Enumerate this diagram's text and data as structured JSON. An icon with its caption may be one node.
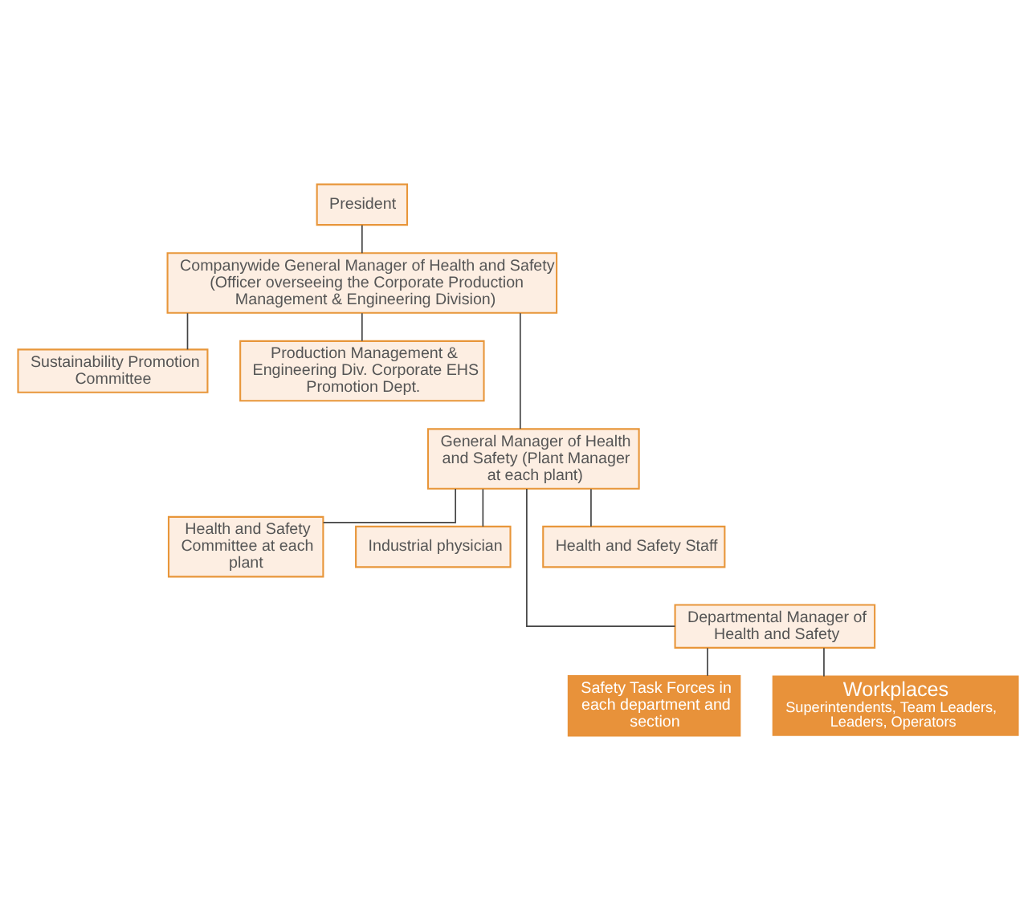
{
  "diagram": {
    "nodes": [
      {
        "text": [
          "President"
        ]
      },
      {
        "text": [
          "Companywide General Manager of Health and Safety (Officer overseeing the Corporate Production Management & Engineering Division)"
        ]
      },
      {
        "text": [
          "Sustainability Promotion Committee"
        ]
      },
      {
        "text": [
          "Production Management & Engineering Div. Corporate EHS Promotion Dept."
        ]
      },
      {
        "text": [
          "General Manager of Health and Safety (Plant Manager at each plant)"
        ]
      },
      {
        "text": [
          "Health and Safety Committee at each plant"
        ]
      },
      {
        "text": [
          "Industrial physician"
        ]
      },
      {
        "text": [
          "Health and Safety Staff"
        ]
      },
      {
        "text": [
          "Departmental Manager of Health and Safety"
        ]
      },
      {
        "text": [
          "Safety Task Forces in each department and section"
        ]
      },
      {
        "text": [
          "Workplaces",
          "Superintendents, Team Leaders, Leaders, Operators"
        ]
      }
    ],
    "edges": [
      {
        "from": 0,
        "to": 1,
        "arrow": "none"
      },
      {
        "from": 1,
        "to": 2,
        "arrow": "none"
      },
      {
        "from": 1,
        "to": 3,
        "arrow": "none"
      },
      {
        "from": 1,
        "to": 4,
        "arrow": "none"
      },
      {
        "from": 4,
        "to": 5,
        "arrow": "none"
      },
      {
        "from": 4,
        "to": 6,
        "arrow": "none"
      },
      {
        "from": 4,
        "to": 7,
        "arrow": "none"
      },
      {
        "from": 4,
        "to": 8,
        "arrow": "none"
      },
      {
        "from": 8,
        "to": 9,
        "arrow": "none"
      },
      {
        "from": 8,
        "to": 10,
        "arrow": "none"
      }
    ]
  }
}
